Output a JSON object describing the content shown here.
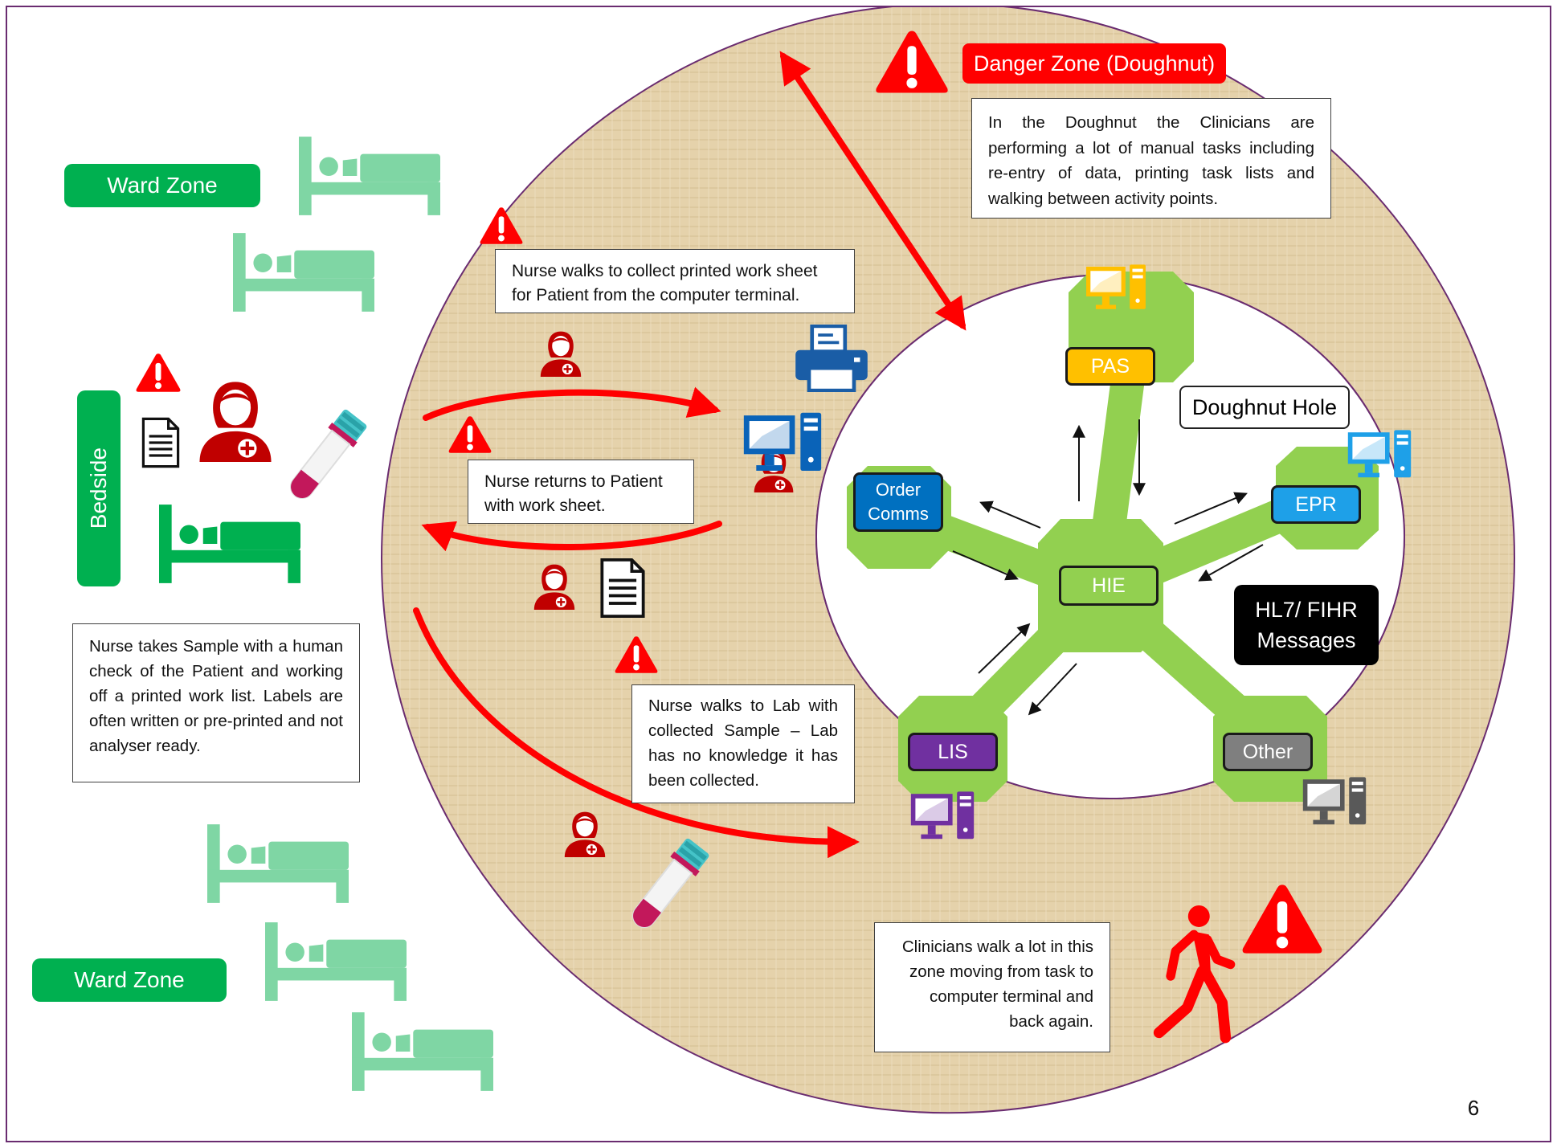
{
  "labels": {
    "danger_zone": "Danger Zone (Doughnut)",
    "ward_zone_top": "Ward Zone",
    "ward_zone_bottom": "Ward Zone",
    "bedside": "Bedside",
    "doughnut_hole": "Doughnut Hole",
    "hl7_line1": "HL7/ FIHR",
    "hl7_line2": "Messages",
    "page_number": "6"
  },
  "notes": {
    "doughnut_info": "In the Doughnut the Clinicians are performing a lot of manual tasks including re-entry of data, printing task lists and walking between activity points.",
    "collect_sheet": "Nurse walks to collect printed work sheet for Patient from the computer terminal.",
    "return_patient": "Nurse returns to Patient with work sheet.",
    "take_sample": "Nurse takes Sample with a human check of the Patient and working off a printed work list. Labels are often written or pre-printed and not analyser ready.",
    "walk_lab": "Nurse walks to Lab with collected Sample – Lab has no knowledge it has been collected.",
    "clinicians_walk": "Clinicians walk a lot in this zone moving from task to computer terminal and back again."
  },
  "nodes": {
    "pas": "PAS",
    "epr": "EPR",
    "order_comms_1": "Order",
    "order_comms_2": "Comms",
    "hie": "HIE",
    "lis": "LIS",
    "other": "Other"
  },
  "colors": {
    "ward_green": "#00b050",
    "bed_green": "#7fd6a4",
    "danger_red": "#ff0000",
    "hub_green": "#92d050",
    "pas_orange": "#ffc000",
    "epr_blue": "#1ea0e8",
    "order_blue": "#0070c0",
    "lis_purple": "#7030a0",
    "other_gray": "#7f7f7f",
    "nurse_red": "#c00000",
    "doughnut_tan": "#e4d0a8",
    "border_purple": "#6a2c70"
  }
}
